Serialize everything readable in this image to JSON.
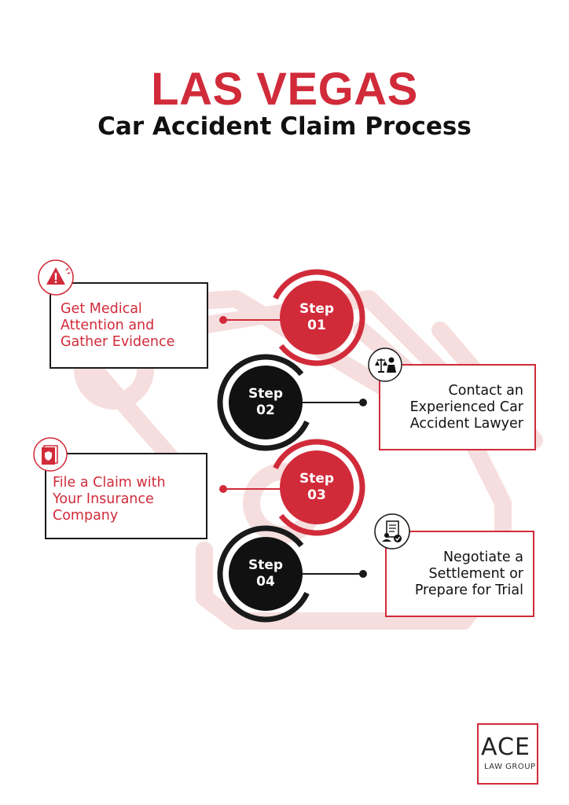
{
  "header": {
    "title": "LAS VEGAS",
    "subtitle": "Car Accident Claim Process"
  },
  "steps": [
    {
      "label": "Step",
      "number": "01",
      "text_lines": [
        "Get Medical",
        "Attention and",
        "Gather Evidence"
      ],
      "icon": "warning-icon",
      "color": "#d12b3a"
    },
    {
      "label": "Step",
      "number": "02",
      "text_lines": [
        "Contact an",
        "Experienced Car",
        "Accident Lawyer"
      ],
      "icon": "lawyer-scales-icon",
      "color": "#111111"
    },
    {
      "label": "Step",
      "number": "03",
      "text_lines": [
        "File a Claim with",
        "Your Insurance",
        "Company"
      ],
      "icon": "insurance-document-icon",
      "color": "#d12b3a"
    },
    {
      "label": "Step",
      "number": "04",
      "text_lines": [
        "Negotiate a",
        "Settlement or",
        "Prepare for Trial"
      ],
      "icon": "settlement-document-icon",
      "color": "#111111"
    }
  ],
  "logo": {
    "name": "ACE",
    "subtitle": "LAW GROUP"
  },
  "colors": {
    "accent": "#d12b3a",
    "dark": "#111111"
  }
}
